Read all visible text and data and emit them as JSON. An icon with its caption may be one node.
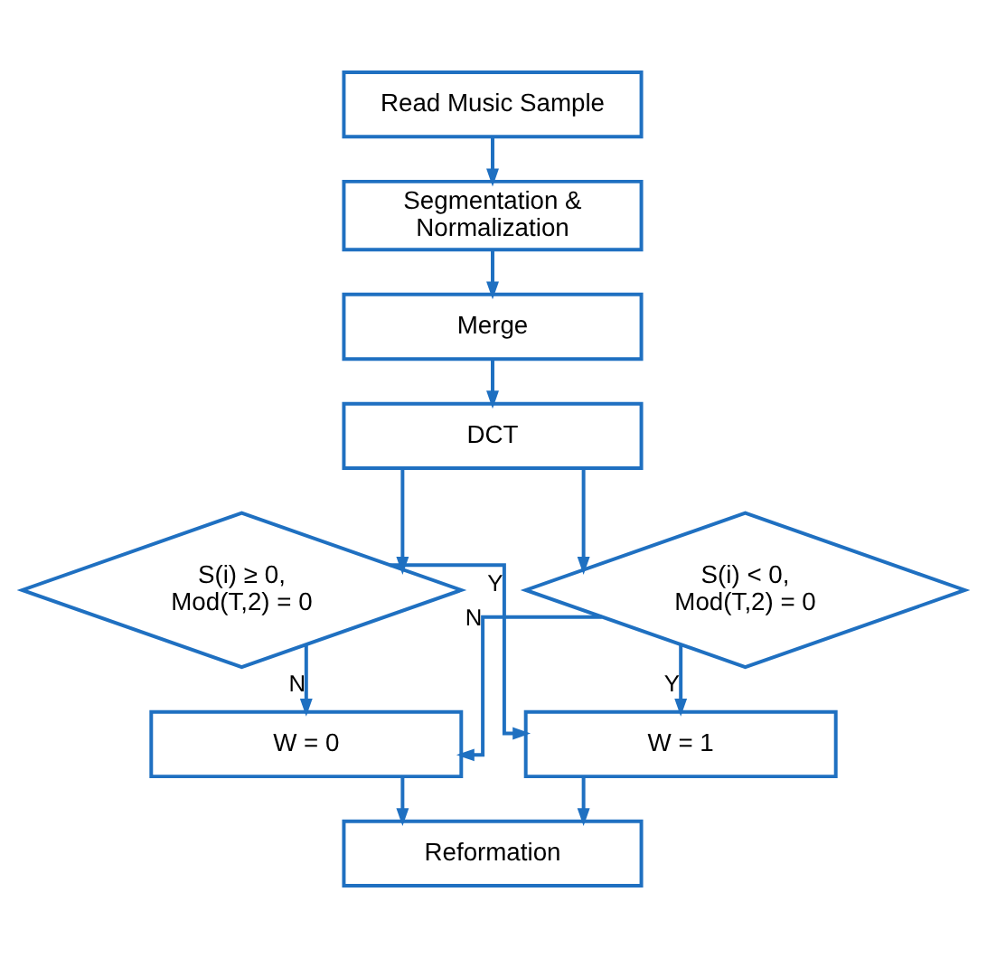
{
  "diagram": {
    "nodes": [
      {
        "text": [
          "Read Music Sample"
        ]
      },
      {
        "text": [
          "Segmentation & Normalization"
        ]
      },
      {
        "text": [
          "Merge"
        ]
      },
      {
        "text": [
          "DCT"
        ]
      },
      {
        "text": [
          "S(i) ≥ 0, Mod(T,2) = 0"
        ]
      },
      {
        "text": [
          "S(i) < 0, Mod(T,2) = 0"
        ]
      },
      {
        "text": [
          "W = 0"
        ]
      },
      {
        "text": [
          "W = 1"
        ]
      },
      {
        "text": [
          "Reformation"
        ]
      }
    ],
    "edges": [
      {
        "from": 0,
        "to": 1,
        "arrow": "to"
      },
      {
        "from": 1,
        "to": 2,
        "arrow": "to"
      },
      {
        "from": 2,
        "to": 3,
        "arrow": "to"
      },
      {
        "from": 3,
        "to": 4,
        "arrow": "to"
      },
      {
        "from": 3,
        "to": 5,
        "arrow": "to"
      },
      {
        "from": 4,
        "to": 7,
        "arrow": "to",
        "label": "Y"
      },
      {
        "from": 4,
        "to": 6,
        "arrow": "to",
        "label": "N"
      },
      {
        "from": 5,
        "to": 6,
        "arrow": "to",
        "label": "N"
      },
      {
        "from": 5,
        "to": 7,
        "arrow": "to",
        "label": "Y"
      },
      {
        "from": 6,
        "to": 8,
        "arrow": "to"
      },
      {
        "from": 7,
        "to": 8,
        "arrow": "to"
      }
    ]
  }
}
